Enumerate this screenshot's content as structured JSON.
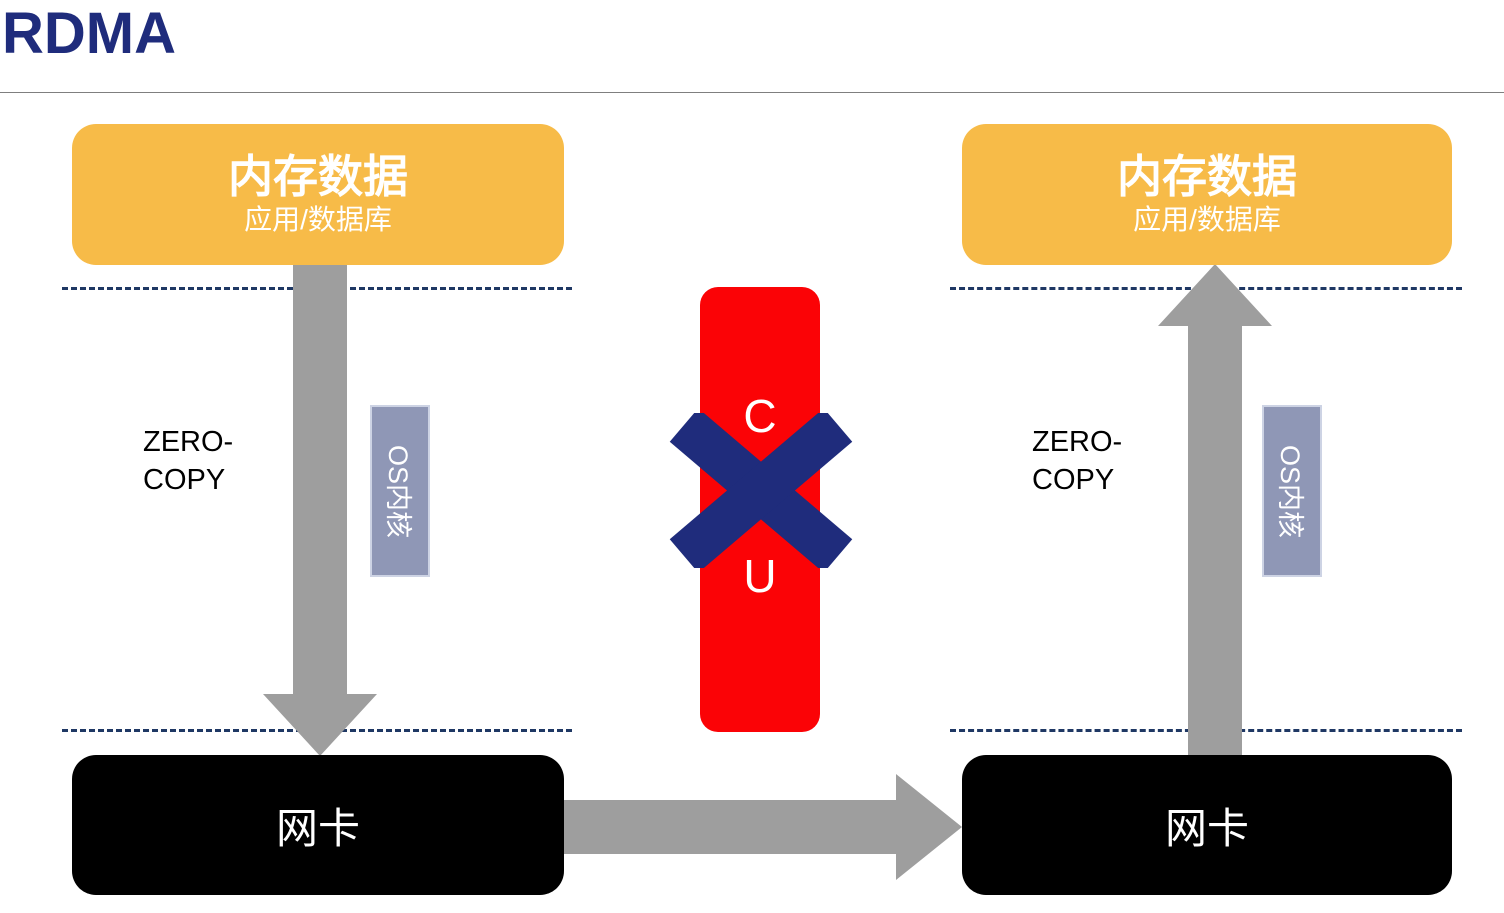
{
  "title": "RDMA",
  "cpu": {
    "label": "CPU"
  },
  "left": {
    "memory": {
      "title": "内存数据",
      "subtitle": "应用/数据库"
    },
    "zero_copy": "ZERO-COPY",
    "os_kernel": "OS内核",
    "nic": "网卡"
  },
  "right": {
    "memory": {
      "title": "内存数据",
      "subtitle": "应用/数据库"
    },
    "zero_copy": "ZERO-COPY",
    "os_kernel": "OS内核",
    "nic": "网卡"
  },
  "colors": {
    "title_navy": "#1F2C7C",
    "memory_box_orange": "#F7BB48",
    "arrow_gray": "#9E9E9E",
    "os_kernel_blue_gray": "#8F97B6",
    "cpu_red": "#FB0306",
    "cross_navy": "#1F2C7C",
    "nic_black": "#000000",
    "dashed_navy": "#1F3864"
  }
}
